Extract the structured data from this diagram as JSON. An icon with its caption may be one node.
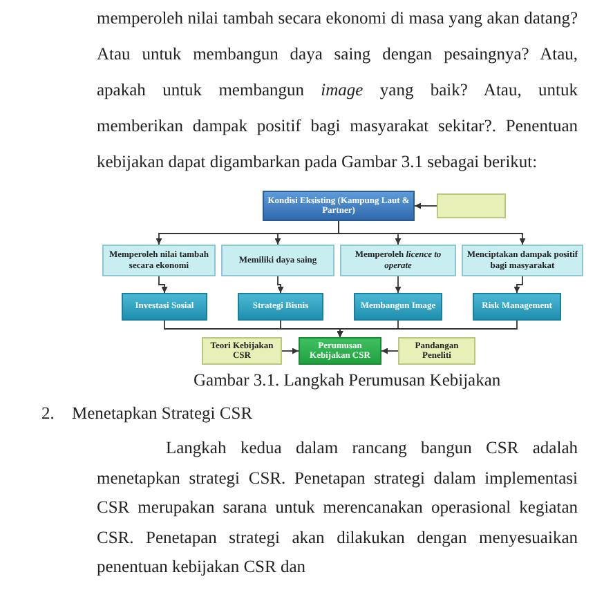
{
  "diagram": {
    "caption": "Gambar 3.1. Langkah Perumusan Kebijakan",
    "nodes": [
      {
        "text": [
          "Kondisi Eksisting (Kampung Laut & Partner)"
        ]
      },
      {
        "text": [],
        "shape": "box"
      },
      {
        "text": [
          "Memperoleh nilai tambah secara ekonomi"
        ]
      },
      {
        "text": [
          "Memiliki daya saing"
        ]
      },
      {
        "text": [
          "Memperoleh *licence to operate*"
        ]
      },
      {
        "text": [
          "Menciptakan dampak positif bagi masyarakat"
        ]
      },
      {
        "text": [
          "Investasi Sosial"
        ]
      },
      {
        "text": [
          "Strategi Bisnis"
        ]
      },
      {
        "text": [
          "Membangun Image"
        ]
      },
      {
        "text": [
          "Risk Management"
        ]
      },
      {
        "text": [
          "Teori Kebijakan CSR"
        ]
      },
      {
        "text": [
          "Perumusan Kebijakan CSR"
        ]
      },
      {
        "text": [
          "Pandangan Peneliti"
        ]
      }
    ],
    "edges": [
      {
        "from": 1,
        "to": 0,
        "arrow": "to"
      },
      {
        "from": 0,
        "to": 2,
        "arrow": "to"
      },
      {
        "from": 0,
        "to": 3,
        "arrow": "to"
      },
      {
        "from": 0,
        "to": 4,
        "arrow": "to"
      },
      {
        "from": 0,
        "to": 5,
        "arrow": "to"
      },
      {
        "from": 2,
        "to": 6,
        "arrow": "to"
      },
      {
        "from": 3,
        "to": 7,
        "arrow": "to"
      },
      {
        "from": 4,
        "to": 8,
        "arrow": "to"
      },
      {
        "from": 5,
        "to": 9,
        "arrow": "to"
      },
      {
        "from": 6,
        "to": 11,
        "arrow": "to"
      },
      {
        "from": 7,
        "to": 11,
        "arrow": "to"
      },
      {
        "from": 8,
        "to": 11,
        "arrow": "to"
      },
      {
        "from": 9,
        "to": 11,
        "arrow": "to"
      },
      {
        "from": 10,
        "to": 11,
        "arrow": "to"
      },
      {
        "from": 12,
        "to": 11,
        "arrow": "to"
      }
    ],
    "labels": [
      "memperoleh nilai tambah secara ekonomi di masa yang akan datang? Atau untuk membangun daya saing dengan pesaingnya? Atau, apakah untuk membangun *image* yang baik? Atau, untuk memberikan dampak positif bagi masyarakat sekitar?. Penentuan kebijakan dapat digambarkan pada Gambar 3.1 sebagai berikut:",
      "2.",
      "Menetapkan Strategi CSR",
      "Langkah kedua dalam rancang bangun CSR adalah menetapkan strategi CSR. Penetapan strategi dalam implementasi CSR merupakan sarana untuk merencanakan operasional kegiatan CSR. Penetapan strategi akan dilakukan dengan menyesuaikan penentuan kebijakan CSR dan"
    ]
  }
}
